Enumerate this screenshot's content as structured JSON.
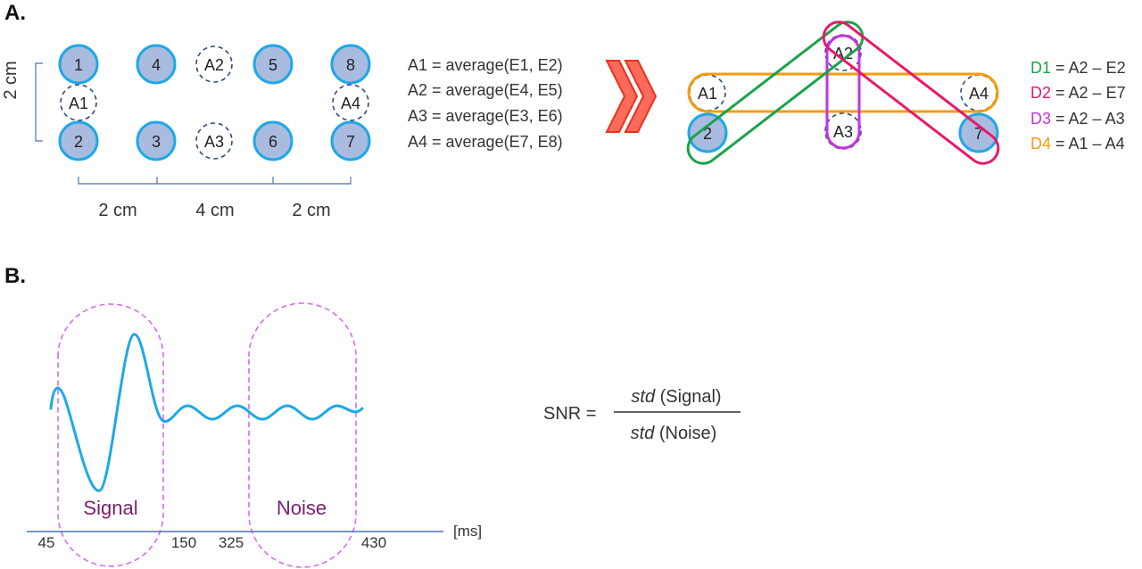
{
  "panel_a": {
    "label": "A.",
    "electrodes": [
      "1",
      "2",
      "3",
      "4",
      "5",
      "6",
      "7",
      "8"
    ],
    "virtual": [
      "A1",
      "A2",
      "A3",
      "A4"
    ],
    "dim_vertical": "2 cm",
    "dim_bottom": [
      "2 cm",
      "4 cm",
      "2 cm"
    ],
    "equations": [
      "A1 = average(E1, E2)",
      "A2 = average(E4, E5)",
      "A3 = average(E3, E6)",
      "A4 = average(E7, E8)"
    ],
    "right_nodes": {
      "n2": "2",
      "n7": "7",
      "a1": "A1",
      "a2": "A2",
      "a3": "A3",
      "a4": "A4"
    },
    "derivations": [
      {
        "name": "D1",
        "rest": " = A2 – E2",
        "color": "#1aa34a"
      },
      {
        "name": "D2",
        "rest": " = A2 – E7",
        "color": "#e8196b"
      },
      {
        "name": "D3",
        "rest": " = A2 – A3",
        "color": "#c433e0"
      },
      {
        "name": "D4",
        "rest": " = A1 – A4",
        "color": "#f39c12"
      }
    ]
  },
  "panel_b": {
    "label": "B.",
    "signal_label": "Signal",
    "noise_label": "Noise",
    "ticks": [
      "45",
      "150",
      "325",
      "430"
    ],
    "axis_unit": "[ms]",
    "snr_lhs": "SNR =",
    "num_std": "std",
    "num_rest": " (Signal)",
    "den_std": "std",
    "den_rest": " (Noise)"
  },
  "colors": {
    "electrode_fill": "#aabbe0",
    "electrode_stroke": "#1ea8e6",
    "virtual_stroke": "#2c4a7a",
    "wave": "#1ea8e6",
    "window": "#d36ee8",
    "window_text": "#7a1f6e",
    "axis": "#4a72b8",
    "arrow_fill": "#ff6b5a",
    "arrow_stroke": "#e8321e"
  }
}
